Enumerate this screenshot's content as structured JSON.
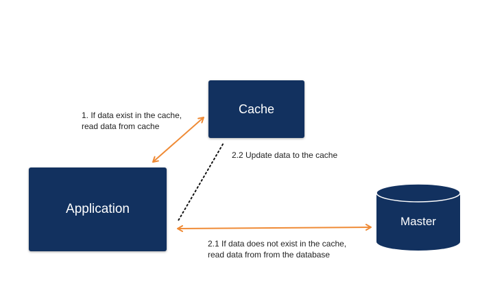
{
  "diagram": {
    "nodes": {
      "cache": "Cache",
      "application": "Application",
      "master": "Master"
    },
    "edges": {
      "app_cache": {
        "line1": "1. If data exist in the cache,",
        "line2": "read data from cache"
      },
      "update_cache": {
        "text": "2.2 Update data to the cache"
      },
      "app_master": {
        "line1": "2.1 If data does not exist in the cache,",
        "line2": "read data from from the database"
      }
    },
    "colors": {
      "node_fill": "#12315f",
      "node_text": "#ffffff",
      "arrow": "#ef8a35",
      "dotted_line": "#111111",
      "label_text": "#1e1e1e"
    }
  }
}
